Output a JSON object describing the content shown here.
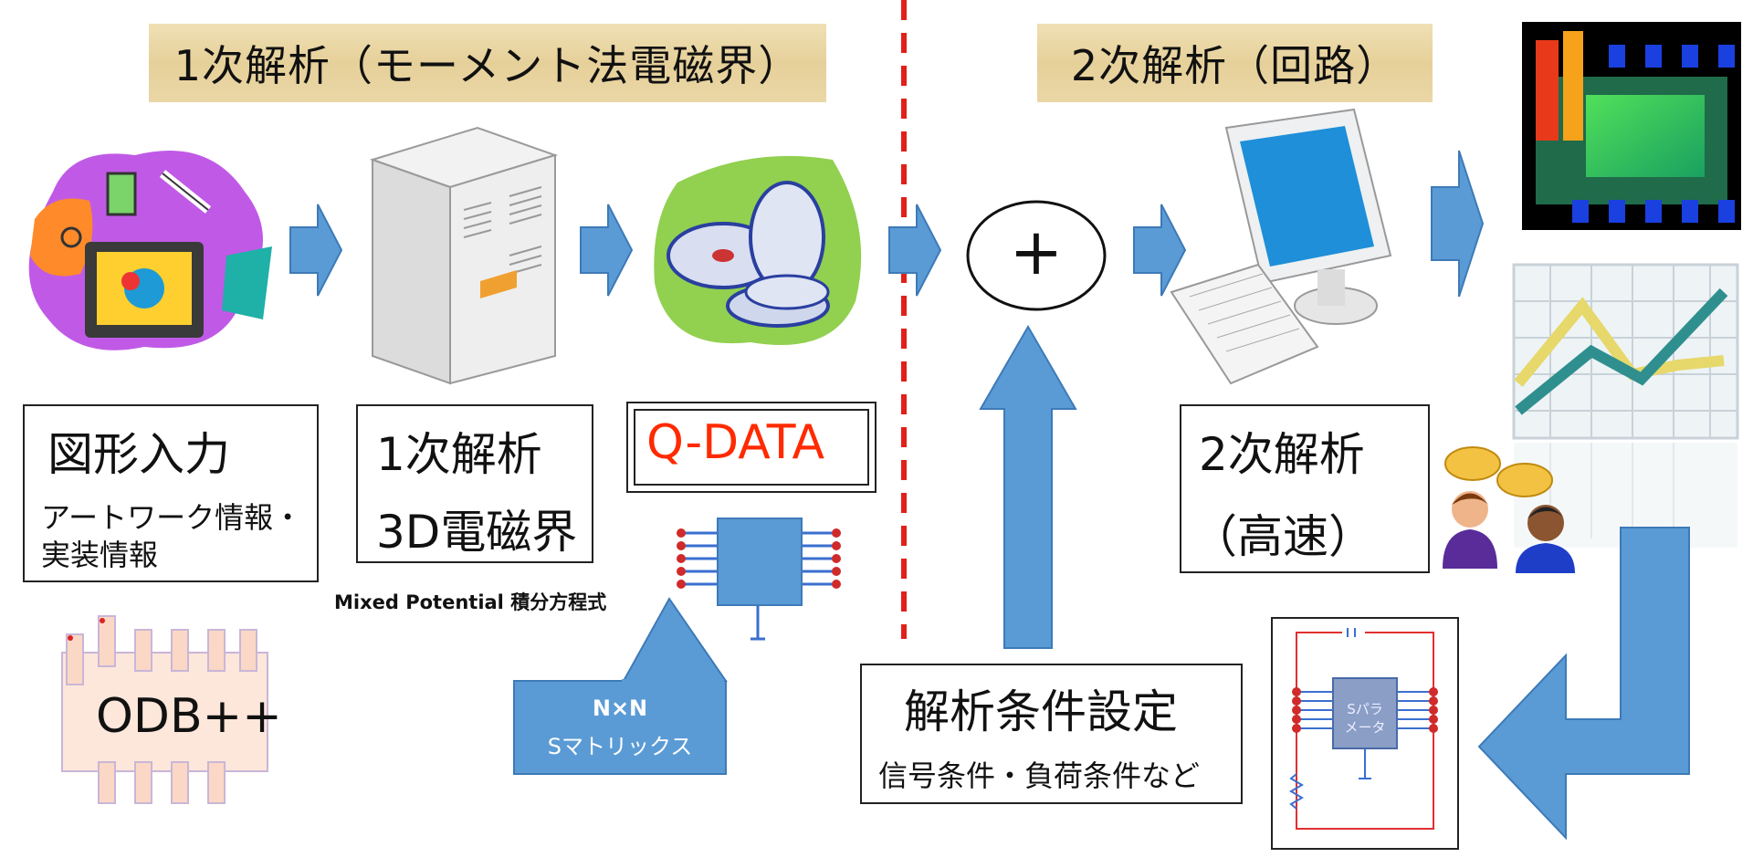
{
  "banners": {
    "primary": "1次解析（モーメント法電磁界）",
    "secondary": "2次解析（回路）"
  },
  "boxes": {
    "input": {
      "title": "図形入力",
      "line1": "アートワーク情報・",
      "line2": "実装情報"
    },
    "primary": {
      "line1": "1次解析",
      "line2": "3D電磁界"
    },
    "qdata": {
      "title": "Q-DATA"
    },
    "secondary": {
      "line1": "2次解析",
      "line2": "（高速）"
    },
    "conditions": {
      "title": "解析条件設定",
      "subtitle": "信号条件・負荷条件など"
    }
  },
  "labels": {
    "odb": "ODB++",
    "mixed_potential": "Mixed Potential 積分方程式",
    "nxn_line1": "N×N",
    "nxn_line2": "Sマトリックス",
    "plus": "+",
    "spara_line1": "Sパラ",
    "spara_line2": "メータ"
  },
  "colors": {
    "arrow": "#5b9bd5",
    "qdata_text": "#ff2a00",
    "divider": "#e0201a",
    "callout": "#5b9bd5"
  },
  "icons": [
    "clipart-icon",
    "server-icon",
    "discs-icon",
    "computer-icon",
    "heatmap-result-icon",
    "line-chart-icon",
    "people-discussion-icon",
    "circuit-diagram-icon",
    "ic-package-icon"
  ]
}
